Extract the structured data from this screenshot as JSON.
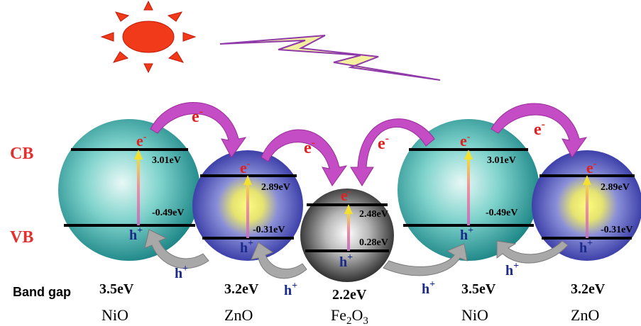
{
  "side_labels": {
    "cb": "CB",
    "vb": "VB"
  },
  "band_gap_label": "Band gap",
  "electron_symbol": "e",
  "electron_charge": "-",
  "hole_symbol": "h",
  "hole_charge": "+",
  "spheres": [
    {
      "material": "NiO",
      "band_gap": "3.5eV",
      "cb_level": "3.01eV",
      "vb_level": "-0.49eV",
      "color": "#1f9c9c"
    },
    {
      "material": "ZnO",
      "band_gap": "3.2eV",
      "cb_level": "2.89eV",
      "vb_level": "-0.31eV",
      "color": "#3d3fb0"
    },
    {
      "material": "Fe",
      "sub1": "2",
      "material2": "O",
      "sub2": "3",
      "band_gap": "2.2eV",
      "cb_level": "2.48eV",
      "vb_level": "0.28eV",
      "color": "#1a1a1a"
    },
    {
      "material": "NiO",
      "band_gap": "3.5eV",
      "cb_level": "3.01eV",
      "vb_level": "-0.49eV",
      "color": "#1f9c9c"
    },
    {
      "material": "ZnO",
      "band_gap": "3.2eV",
      "cb_level": "2.89eV",
      "vb_level": "-0.31eV",
      "color": "#3d3fb0"
    }
  ],
  "colors": {
    "cb_vb_label": "#e03030",
    "electron": "#e02020",
    "hole": "#1a2a8a",
    "transfer_arrow": "#c44cc4",
    "hole_arrow": "#a8a8a8",
    "sun": "#f03a1a",
    "lightning": "#f4f0a0"
  }
}
